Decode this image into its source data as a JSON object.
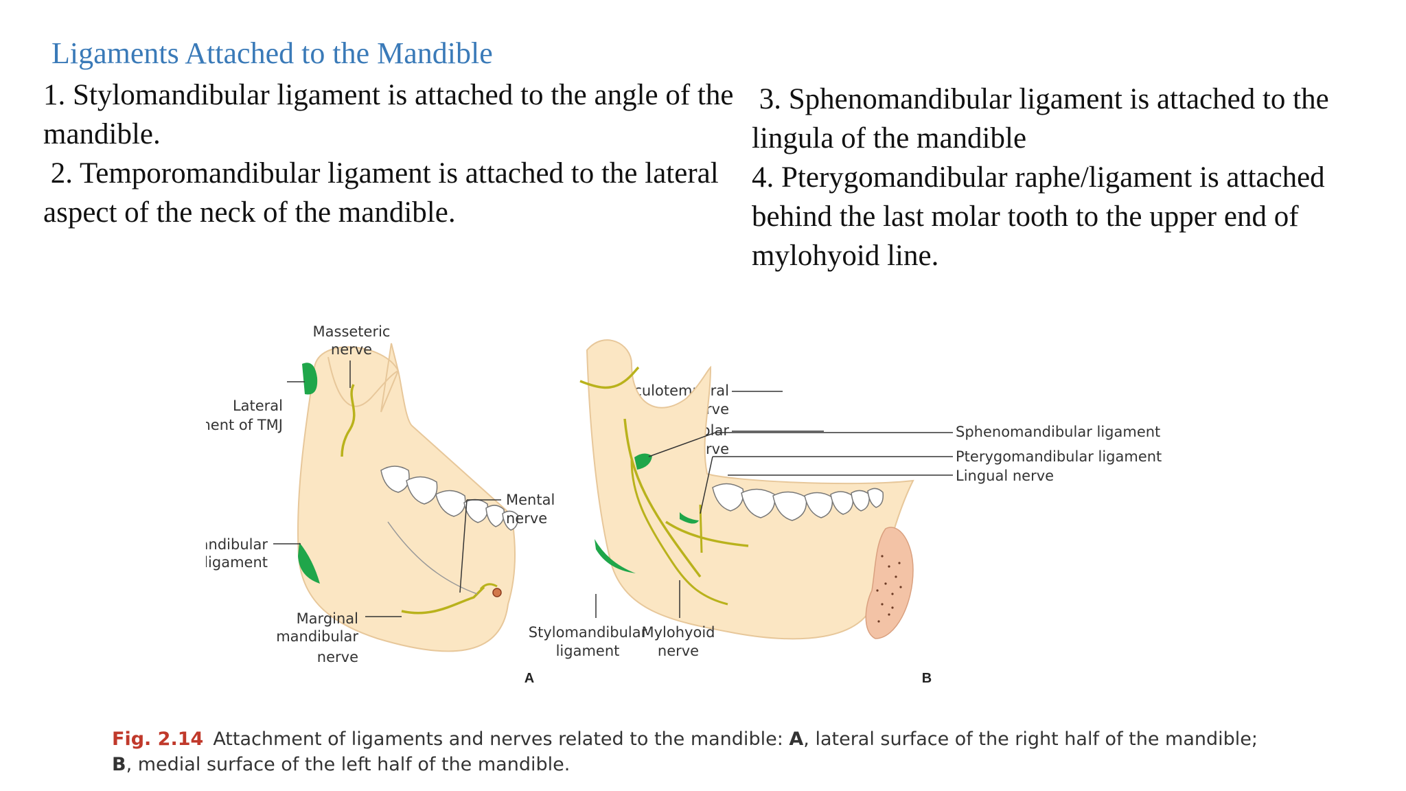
{
  "slide": {
    "title": "Ligaments Attached to the Mandible",
    "left_paragraphs": [
      "1. Stylomandibular ligament is attached to the angle of the mandible.",
      " 2. Temporomandibular ligament is attached to the lateral aspect of the neck of the mandible."
    ],
    "right_paragraphs": [
      " 3. Sphenomandibular ligament is attached to the lingula of the mandible",
      "4. Pterygomandibular raphe/ligament is attached behind the last molar tooth to the upper end of mylohyoid line."
    ]
  },
  "figure": {
    "panel_a": {
      "letter": "A",
      "labels": {
        "masseteric_1": "Masseteric",
        "masseteric_2": "nerve",
        "lateral_1": "Lateral",
        "lateral_2": "ligament of TMJ",
        "stylo_1": "Stylomandibular",
        "stylo_2": "ligament",
        "marginal_1": "Marginal",
        "marginal_2": "mandibular",
        "marginal_3": "nerve",
        "mental_1": "Mental",
        "mental_2": "nerve"
      }
    },
    "center_labels": {
      "auriculo_1": "Auriculotemporal",
      "auriculo_2": "nerve",
      "inferior_1": "Inferior alveolar",
      "inferior_2": "nerve"
    },
    "panel_b": {
      "letter": "B",
      "labels": {
        "spheno": "Sphenomandibular ligament",
        "pterygo": "Pterygomandibular ligament",
        "lingual": "Lingual nerve",
        "stylo_1": "Stylomandibular",
        "stylo_2": "ligament",
        "mylo_1": "Mylohyoid",
        "mylo_2": "nerve"
      }
    },
    "colors": {
      "bone": "#fbe6c3",
      "bone_edge": "#e7c79a",
      "ligament": "#1fa64a",
      "nerve": "#b9b21c",
      "tooth": "#ffffff",
      "symphysis": "#f3c3a6"
    }
  },
  "caption": {
    "fig_number": "Fig. 2.14",
    "line1_a": "Attachment of ligaments and nerves related to the mandible: ",
    "a": "A",
    "line1_b": ", lateral surface of the right half of the mandible;",
    "b": "B",
    "line2": ", medial surface of the left half of the mandible."
  }
}
